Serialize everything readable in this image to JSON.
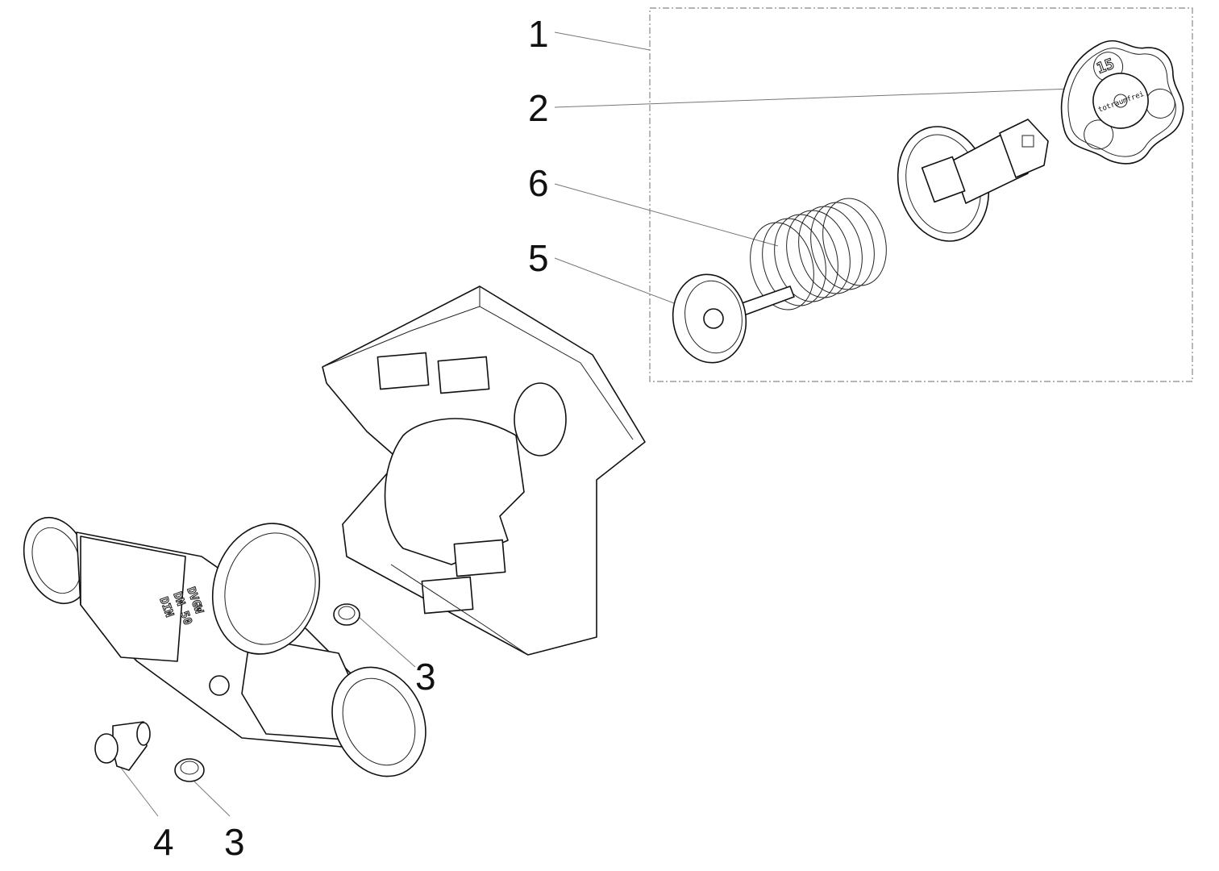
{
  "title": "Exploded view – spare parts",
  "callouts": [
    {
      "id": "callout-1",
      "label": "1"
    },
    {
      "id": "callout-2",
      "label": "2"
    },
    {
      "id": "callout-6",
      "label": "6"
    },
    {
      "id": "callout-5",
      "label": "5"
    },
    {
      "id": "callout-3a",
      "label": "3"
    },
    {
      "id": "callout-4",
      "label": "4"
    },
    {
      "id": "callout-3b",
      "label": "3"
    }
  ],
  "markings": {
    "handwheel_text": "totraumfrei",
    "handwheel_logo": "15",
    "body_line1": "DVGW",
    "body_line2": "DN 50",
    "body_line3": "DIN"
  }
}
